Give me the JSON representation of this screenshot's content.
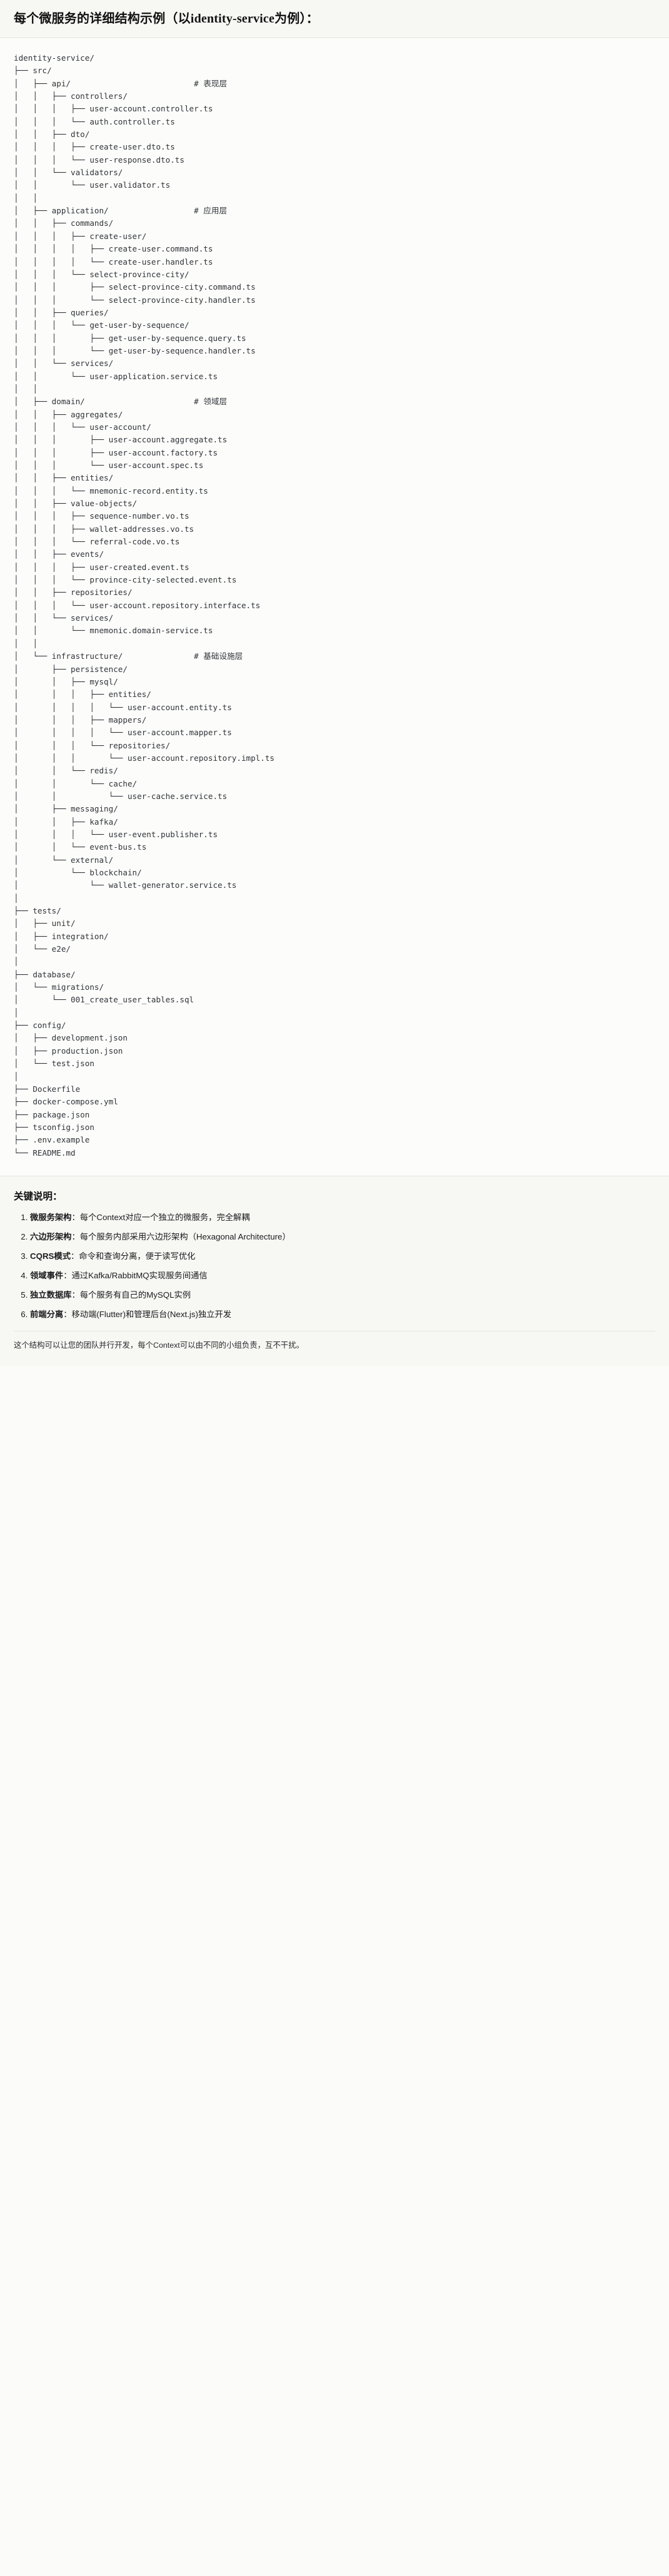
{
  "header": {
    "title_main": "每个微服务的详细结构示例",
    "title_paren": "（以identity-service为例）：",
    "title_full": "每个微服务的详细结构示例（以identity-service为例）："
  },
  "tree": {
    "root": "identity-service/",
    "comments": {
      "api": "# 表现层",
      "application": "# 应用层",
      "domain": "# 领域层",
      "infrastructure": "# 基础设施层"
    },
    "text": "identity-service/\n├── src/\n│   ├── api/                          # 表现层\n│   │   ├── controllers/\n│   │   │   ├── user-account.controller.ts\n│   │   │   └── auth.controller.ts\n│   │   ├── dto/\n│   │   │   ├── create-user.dto.ts\n│   │   │   └── user-response.dto.ts\n│   │   └── validators/\n│   │       └── user.validator.ts\n│   │\n│   ├── application/                  # 应用层\n│   │   ├── commands/\n│   │   │   ├── create-user/\n│   │   │   │   ├── create-user.command.ts\n│   │   │   │   └── create-user.handler.ts\n│   │   │   └── select-province-city/\n│   │   │       ├── select-province-city.command.ts\n│   │   │       └── select-province-city.handler.ts\n│   │   ├── queries/\n│   │   │   └── get-user-by-sequence/\n│   │   │       ├── get-user-by-sequence.query.ts\n│   │   │       └── get-user-by-sequence.handler.ts\n│   │   └── services/\n│   │       └── user-application.service.ts\n│   │\n│   ├── domain/                       # 领域层\n│   │   ├── aggregates/\n│   │   │   └── user-account/\n│   │   │       ├── user-account.aggregate.ts\n│   │   │       ├── user-account.factory.ts\n│   │   │       └── user-account.spec.ts\n│   │   ├── entities/\n│   │   │   └── mnemonic-record.entity.ts\n│   │   ├── value-objects/\n│   │   │   ├── sequence-number.vo.ts\n│   │   │   ├── wallet-addresses.vo.ts\n│   │   │   └── referral-code.vo.ts\n│   │   ├── events/\n│   │   │   ├── user-created.event.ts\n│   │   │   └── province-city-selected.event.ts\n│   │   ├── repositories/\n│   │   │   └── user-account.repository.interface.ts\n│   │   └── services/\n│   │       └── mnemonic.domain-service.ts\n│   │\n│   └── infrastructure/               # 基础设施层\n│       ├── persistence/\n│       │   ├── mysql/\n│       │   │   ├── entities/\n│       │   │   │   └── user-account.entity.ts\n│       │   │   ├── mappers/\n│       │   │   │   └── user-account.mapper.ts\n│       │   │   └── repositories/\n│       │   │       └── user-account.repository.impl.ts\n│       │   └── redis/\n│       │       └── cache/\n│       │           └── user-cache.service.ts\n│       ├── messaging/\n│       │   ├── kafka/\n│       │   │   └── user-event.publisher.ts\n│       │   └── event-bus.ts\n│       └── external/\n│           └── blockchain/\n│               └── wallet-generator.service.ts\n│\n├── tests/\n│   ├── unit/\n│   ├── integration/\n│   └── e2e/\n│\n├── database/\n│   └── migrations/\n│       └── 001_create_user_tables.sql\n│\n├── config/\n│   ├── development.json\n│   ├── production.json\n│   └── test.json\n│\n├── Dockerfile\n├── docker-compose.yml\n├── package.json\n├── tsconfig.json\n├── .env.example\n└── README.md"
  },
  "notes": {
    "title": "关键说明：",
    "items": [
      {
        "term": "微服务架构",
        "desc": "：每个Context对应一个独立的微服务，完全解耦"
      },
      {
        "term": "六边形架构",
        "desc": "：每个服务内部采用六边形架构（Hexagonal Architecture）"
      },
      {
        "term": "CQRS模式",
        "desc": "：命令和查询分离，便于读写优化"
      },
      {
        "term": "领域事件",
        "desc": "：通过Kafka/RabbitMQ实现服务间通信"
      },
      {
        "term": "独立数据库",
        "desc": "：每个服务有自己的MySQL实例"
      },
      {
        "term": "前端分离",
        "desc": "：移动端(Flutter)和管理后台(Next.js)独立开发"
      }
    ],
    "closing": "这个结构可以让您的团队并行开发，每个Context可以由不同的小组负责，互不干扰。"
  }
}
